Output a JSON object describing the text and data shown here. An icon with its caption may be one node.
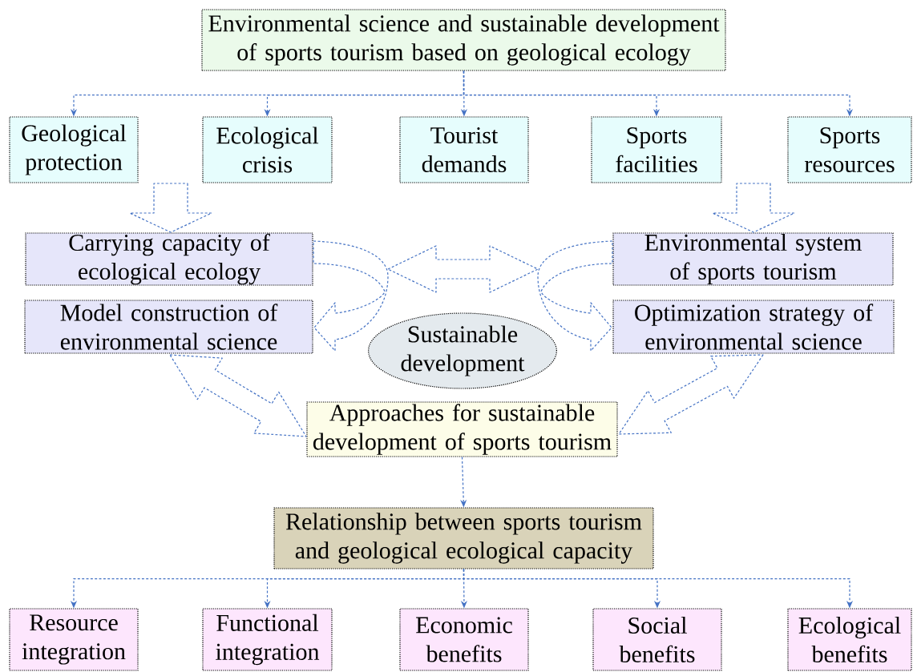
{
  "diagram": {
    "nodes": [
      {
        "text": [
          "Environmental science and sustainable development of sports tourism based on geological ecology"
        ]
      },
      {
        "text": [
          "Geological protection"
        ]
      },
      {
        "text": [
          "Ecological crisis"
        ]
      },
      {
        "text": [
          "Tourist demands"
        ]
      },
      {
        "text": [
          "Sports facilities"
        ]
      },
      {
        "text": [
          "Sports resources"
        ]
      },
      {
        "text": [
          "Carrying capacity of ecological ecology"
        ]
      },
      {
        "text": [
          "Environmental system of sports tourism"
        ]
      },
      {
        "text": [
          "Model construction of environmental science"
        ]
      },
      {
        "text": [
          "Optimization strategy of environmental science"
        ]
      },
      {
        "text": [
          "Sustainable development"
        ]
      },
      {
        "text": [
          "Approaches for sustainable development of sports tourism"
        ]
      },
      {
        "text": [
          "Relationship between sports tourism and geological ecological capacity"
        ]
      },
      {
        "text": [
          "Resource integration"
        ]
      },
      {
        "text": [
          "Functional integration"
        ]
      },
      {
        "text": [
          "Economic benefits"
        ]
      },
      {
        "text": [
          "Social benefits"
        ]
      },
      {
        "text": [
          "Ecological benefits"
        ]
      }
    ],
    "edges": [
      {
        "from": 0,
        "to": 1,
        "arrow": "to"
      },
      {
        "from": 0,
        "to": 2,
        "arrow": "to"
      },
      {
        "from": 0,
        "to": 3,
        "arrow": "to"
      },
      {
        "from": 0,
        "to": 4,
        "arrow": "to"
      },
      {
        "from": 0,
        "to": 5,
        "arrow": "to"
      },
      {
        "from": null,
        "to": 6,
        "arrow": "to",
        "style": "thick"
      },
      {
        "from": null,
        "to": 7,
        "arrow": "to",
        "style": "thick"
      },
      {
        "from": 6,
        "to": 8,
        "arrow": "to",
        "style": "thick"
      },
      {
        "from": 7,
        "to": 9,
        "arrow": "to",
        "style": "thick"
      },
      {
        "from": 6,
        "to": 7,
        "arrow": "both",
        "style": "thick"
      },
      {
        "from": 8,
        "to": 11,
        "arrow": "both",
        "style": "thick"
      },
      {
        "from": 9,
        "to": 11,
        "arrow": "both",
        "style": "thick"
      },
      {
        "from": 11,
        "to": 12,
        "arrow": "to"
      },
      {
        "from": 12,
        "to": 13,
        "arrow": "to"
      },
      {
        "from": 12,
        "to": 14,
        "arrow": "to"
      },
      {
        "from": 12,
        "to": 15,
        "arrow": "to"
      },
      {
        "from": 12,
        "to": 16,
        "arrow": "to"
      },
      {
        "from": 12,
        "to": 17,
        "arrow": "to"
      }
    ]
  }
}
